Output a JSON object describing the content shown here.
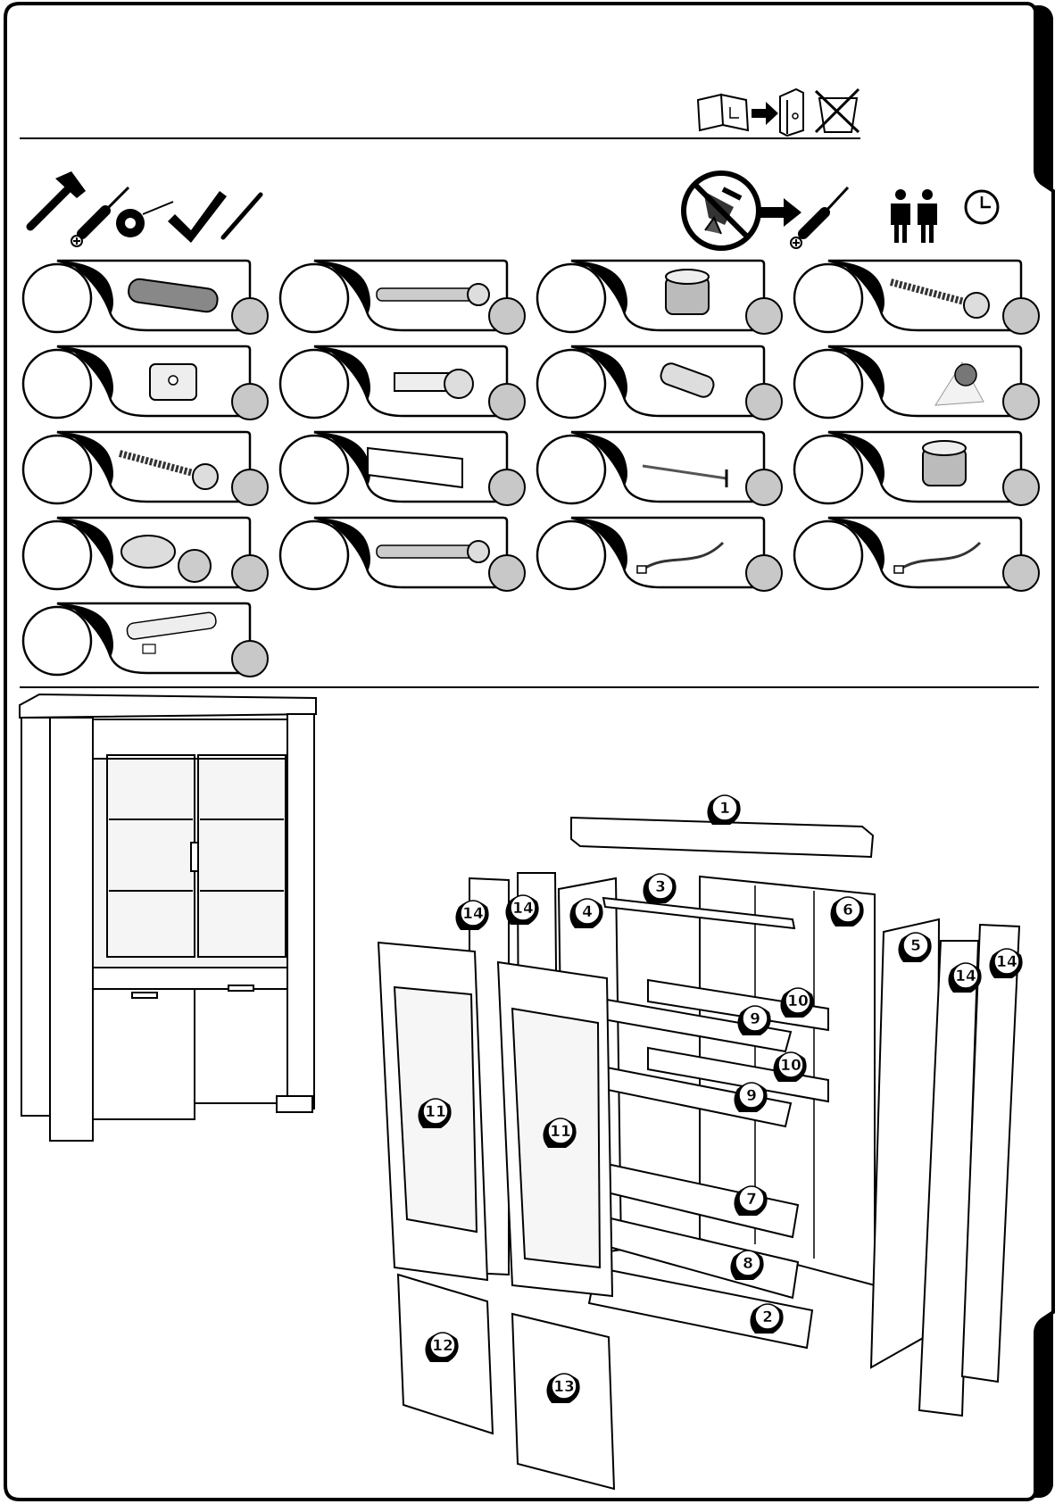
{
  "page": {
    "title": "Assembly instructions",
    "top_icons": [
      "read-instructions-icon",
      "arrow-right-icon",
      "binder-icon",
      "do-not-discard-icon"
    ],
    "tools": [
      "hammer-icon",
      "phillips-screwdriver-icon",
      "tape-measure-icon",
      "square-ruler-icon",
      "pencil-icon"
    ],
    "tools_right": [
      "no-power-tools-icon",
      "arrow-right-icon",
      "phillips-screwdriver-icon",
      "two-persons-icon",
      "clock-icon"
    ]
  },
  "hardware": [
    {
      "item": "wooden-dowel"
    },
    {
      "item": "connector-bolt"
    },
    {
      "item": "cam-lock"
    },
    {
      "item": "screw"
    },
    {
      "item": "hinge-mounting-plate"
    },
    {
      "item": "hinge"
    },
    {
      "item": "shelf-support-pin"
    },
    {
      "item": "adhesive-bumper"
    },
    {
      "item": "short-screw"
    },
    {
      "item": "handle"
    },
    {
      "item": "nail"
    },
    {
      "item": "cam-lock-housing"
    },
    {
      "item": "plastic-dowel-with-cam-bolt"
    },
    {
      "item": "long-threaded-anchor"
    },
    {
      "item": "led-cable-set"
    },
    {
      "item": "power-cable"
    },
    {
      "item": "led-light-bar-kit"
    }
  ],
  "parts": [
    {
      "label": "1"
    },
    {
      "label": "2"
    },
    {
      "label": "3"
    },
    {
      "label": "4"
    },
    {
      "label": "5"
    },
    {
      "label": "6"
    },
    {
      "label": "7"
    },
    {
      "label": "8"
    },
    {
      "label": "9"
    },
    {
      "label": "9"
    },
    {
      "label": "10"
    },
    {
      "label": "10"
    },
    {
      "label": "11"
    },
    {
      "label": "11"
    },
    {
      "label": "12"
    },
    {
      "label": "13"
    },
    {
      "label": "14"
    },
    {
      "label": "14"
    },
    {
      "label": "14"
    },
    {
      "label": "14"
    }
  ]
}
